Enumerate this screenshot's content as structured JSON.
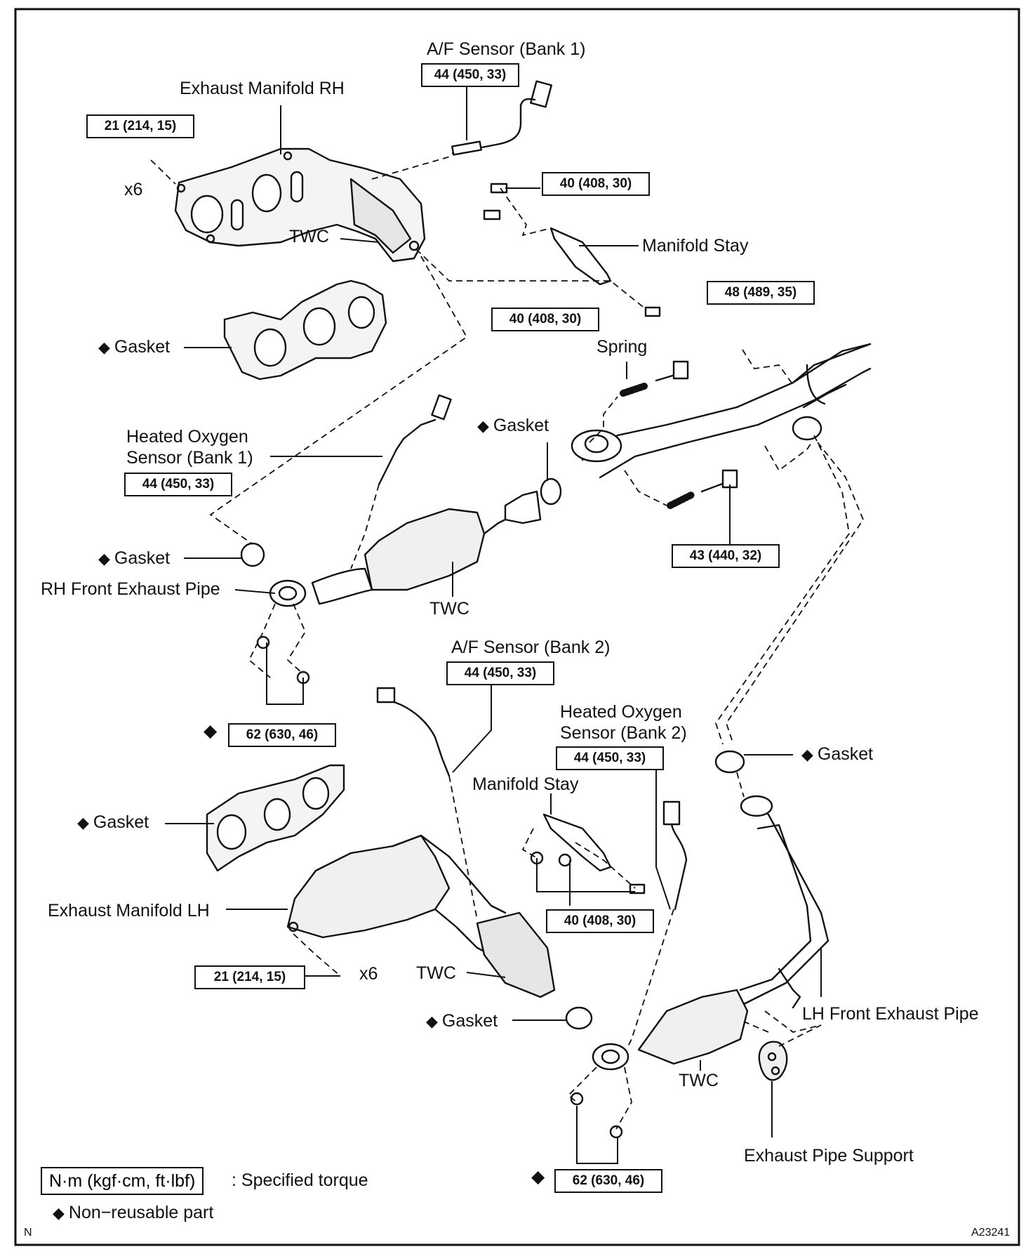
{
  "labels": {
    "af_sensor_bank1": "A/F Sensor (Bank 1)",
    "exhaust_manifold_rh": "Exhaust Manifold RH",
    "x6_top": "x6",
    "twc_top": "TWC",
    "manifold_stay_top": "Manifold Stay",
    "gasket_1": "Gasket",
    "spring": "Spring",
    "gasket_2": "Gasket",
    "heated_o2_bank1_line1": "Heated Oxygen",
    "heated_o2_bank1_line2": "Sensor (Bank 1)",
    "gasket_3": "Gasket",
    "rh_front_exhaust_pipe": "RH Front Exhaust Pipe",
    "twc_mid": "TWC",
    "af_sensor_bank2": "A/F Sensor (Bank 2)",
    "heated_o2_bank2_line1": "Heated Oxygen",
    "heated_o2_bank2_line2": "Sensor (Bank 2)",
    "gasket_4": "Gasket",
    "manifold_stay_bottom": "Manifold Stay",
    "gasket_5": "Gasket",
    "exhaust_manifold_lh": "Exhaust Manifold LH",
    "x6_bottom": "x6",
    "twc_lh": "TWC",
    "gasket_6": "Gasket",
    "lh_front_exhaust_pipe": "LH Front Exhaust Pipe",
    "twc_bottom": "TWC",
    "exhaust_pipe_support": "Exhaust Pipe Support"
  },
  "torques": {
    "af_bank1": "44 (450, 33)",
    "manifold_rh_nut": "21 (214, 15)",
    "stay_top_upper": "40 (408, 30)",
    "stay_top_lower": "40 (408, 30)",
    "tail_bolt": "48 (489, 35)",
    "ho2_bank1": "44 (450, 33)",
    "spring_bolt": "43 (440, 32)",
    "rh_pipe_nut": "62 (630, 46)",
    "af_bank2": "44 (450, 33)",
    "ho2_bank2": "44 (450, 33)",
    "stay_bottom": "40 (408, 30)",
    "manifold_lh_nut": "21 (214, 15)",
    "lh_pipe_nut": "62 (630, 46)"
  },
  "legend": {
    "torque_unit": "N·m (kgf·cm, ft·lbf)",
    "torque_desc": ": Specified torque",
    "diamond": "◆",
    "non_reusable": "Non−reusable part"
  },
  "corner": {
    "left": "N",
    "right": "A23241"
  }
}
